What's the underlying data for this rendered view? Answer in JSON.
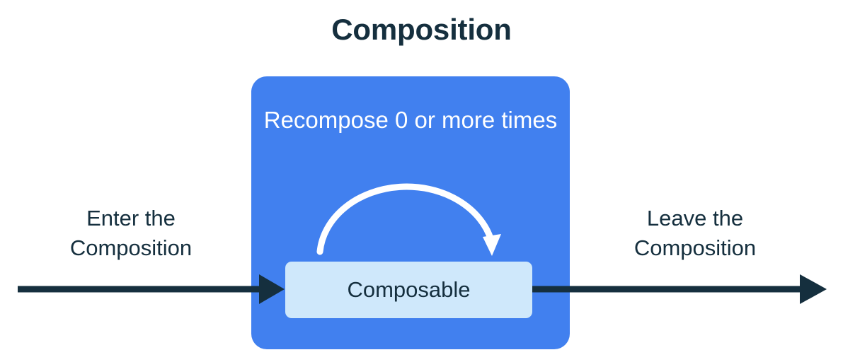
{
  "title": "Composition",
  "colors": {
    "background": "#ffffff",
    "composition_box": "#4180EF",
    "composable_box": "#CFE8FB",
    "text_dark": "#152F3E",
    "text_light": "#ffffff",
    "arrow_dark": "#152F3E",
    "arrow_light": "#ffffff"
  },
  "composition": {
    "recompose_label": "Recompose 0 or\nmore times",
    "composable_label": "Composable",
    "loop_arrow_name": "recompose-loop-arrow"
  },
  "flow": {
    "enter_label": "Enter the\nComposition",
    "leave_label": "Leave the\nComposition",
    "enter_arrow_name": "enter-composition-arrow",
    "leave_arrow_name": "leave-composition-arrow"
  }
}
